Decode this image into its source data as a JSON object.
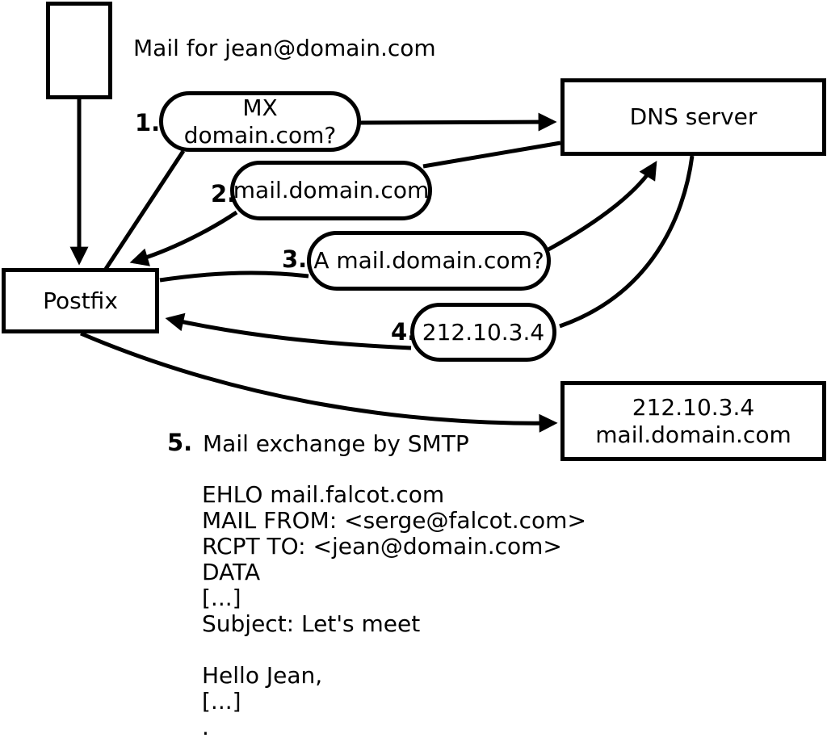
{
  "diagram": {
    "colors": {
      "ink": "#000000",
      "background": "#ffffff"
    },
    "mail_note": "Mail for jean@domain.com",
    "nodes": {
      "postfix": "Postfix",
      "dns_server": "DNS server",
      "mail_server_line1": "212.10.3.4",
      "mail_server_line2": "mail.domain.com"
    },
    "steps": [
      {
        "num": "1.",
        "label": "MX domain.com?"
      },
      {
        "num": "2.",
        "label": "mail.domain.com"
      },
      {
        "num": "3.",
        "label": "A mail.domain.com?"
      },
      {
        "num": "4.",
        "label": "212.10.3.4"
      },
      {
        "num": "5.",
        "label": "Mail exchange by SMTP"
      }
    ],
    "smtp_session": [
      "EHLO mail.falcot.com",
      "MAIL FROM: <serge@falcot.com>",
      "RCPT TO: <jean@domain.com>",
      "DATA",
      "[...]",
      "Subject: Let's meet",
      "",
      "Hello Jean,",
      "[...]",
      "."
    ]
  }
}
